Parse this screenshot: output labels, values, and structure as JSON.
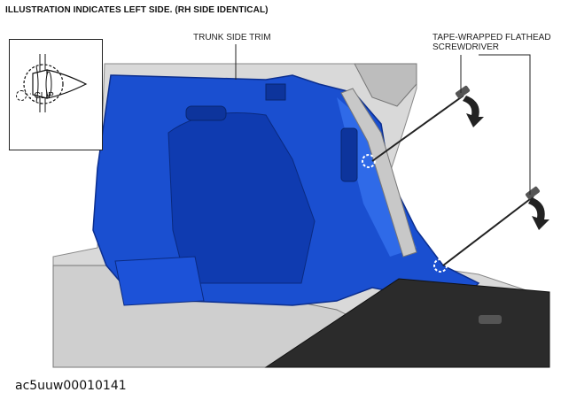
{
  "header": {
    "title": "ILLUSTRATION INDICATES LEFT SIDE. (RH SIDE IDENTICAL)"
  },
  "callouts": {
    "trunk_side_trim": "TRUNK SIDE TRIM",
    "screwdriver_line1": "TAPE-WRAPPED FLATHEAD",
    "screwdriver_line2": "SCREWDRIVER"
  },
  "inset": {
    "legend_label": ": CLIP"
  },
  "caption": {
    "text": "ac5uuw00010141"
  },
  "colors": {
    "trim_blue": "#1a4fd0",
    "trim_dark": "#0c2f8f",
    "floor": "#cfcfcf",
    "mat": "#2b2b2b"
  },
  "icons": [
    "clip-icon",
    "arrow-icon",
    "screwdriver-icon"
  ]
}
